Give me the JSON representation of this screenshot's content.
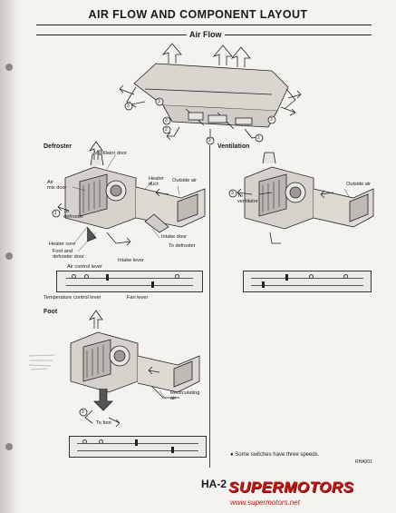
{
  "page": {
    "title": "AIR FLOW AND COMPONENT LAYOUT",
    "section": "Air Flow",
    "page_number": "HA-2",
    "code": "RHA001"
  },
  "dash_callouts": [
    "3",
    "3",
    "3",
    "3",
    "2",
    "2",
    "2"
  ],
  "defroster": {
    "heading": "Defroster",
    "labels": {
      "ventilator_door": "Ventilator door",
      "air_mix_door": "Air\nmix door",
      "heater_duct": "Heater\nduct",
      "outside_air": "Outside air",
      "to_defroster_1": "To\ndefroster",
      "callout_1": "1",
      "heater_core": "Heater core",
      "foot_defroster_door": "Foot and\ndefroster door",
      "intake_door": "Intake door",
      "to_defroster_2": "To defroster",
      "intake_lever": "Intake lever",
      "air_control_lever": "Air control lever",
      "temperature_control_lever": "Temperature control lever",
      "fan_lever": "Fan lever"
    }
  },
  "ventilation": {
    "heading": "Ventilation",
    "labels": {
      "callout_3": "3",
      "to_ventilator": "To\nventilator",
      "outside_air": "Outside air"
    }
  },
  "foot": {
    "heading": "Foot",
    "labels": {
      "recirculating_air": "Recirculating\nair",
      "callout_2": "2",
      "to_foot": "To foot"
    }
  },
  "footnote": "Some switches have three speeds.",
  "watermark": {
    "brand": "SUPERMOTORS",
    "url": "www.supermotors.net"
  }
}
